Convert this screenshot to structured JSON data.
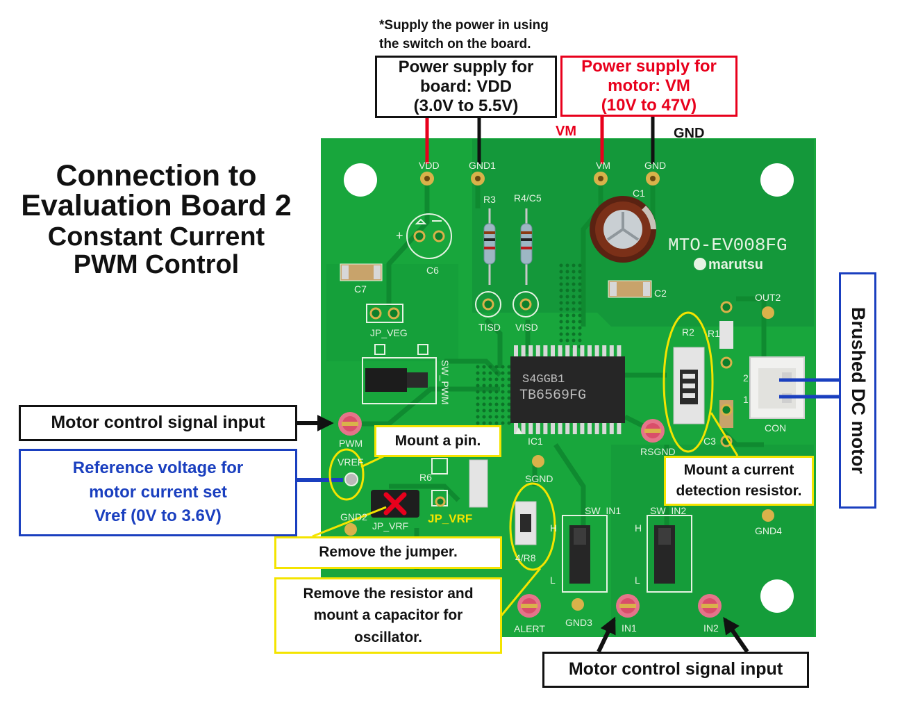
{
  "title": {
    "line1": "Connection to",
    "line2": "Evaluation Board 2",
    "line3": "Constant Current",
    "line4": "PWM Control"
  },
  "note": {
    "line1": "*Supply the power in using",
    "line2": "the switch on the board."
  },
  "vdd_box": {
    "line1": "Power supply for",
    "line2": "board: VDD",
    "line3": "(3.0V to 5.5V)"
  },
  "vm_box": {
    "line1": "Power supply for",
    "line2": "motor: VM",
    "line3": "(10V to 47V)"
  },
  "wire_labels": {
    "vm": "VM",
    "gnd": "GND"
  },
  "motor_label": "Brushed DC motor",
  "left_signal_box": "Motor control signal input",
  "bottom_signal_box": "Motor control signal input",
  "vref_box": {
    "line1": "Reference voltage for",
    "line2": "motor current set",
    "line3": "Vref (0V to 3.6V)"
  },
  "callouts": {
    "mount_pin": "Mount a pin.",
    "remove_jumper": "Remove the jumper.",
    "resistor_line1": "Remove the resistor and",
    "resistor_line2": "mount a capacitor for",
    "resistor_line3": "oscillator.",
    "current_line1": "Mount a current",
    "current_line2": "detection resistor.",
    "jp_vrf": "JP_VRF"
  },
  "board": {
    "brand": "MTO-EV008FG",
    "maker": "marutsu",
    "chip_line1": "S4GGB1",
    "chip_line2": "TB6569FG",
    "labels": {
      "vdd": "VDD",
      "gnd1": "GND1",
      "vm": "VM",
      "gnd": "GND",
      "r3": "R3",
      "r4c5": "R4/C5",
      "c6": "C6",
      "c1": "C1",
      "c7": "C7",
      "c2": "C2",
      "jp_veg": "JP_VEG",
      "tisd": "TISD",
      "visd": "VISD",
      "sw_pwm": "SW_PWM",
      "pwm": "PWM",
      "vref": "VREF",
      "r6": "R6",
      "gnd2": "GND2",
      "jp_vrf": "JP_VRF",
      "ic1": "IC1",
      "sgnd": "SGND",
      "r4r8": "4/R8",
      "alert": "ALERT",
      "gnd3": "GND3",
      "in1": "IN1",
      "in2": "IN2",
      "sw_in1": "SW_IN1",
      "sw_in2": "SW_IN2",
      "r2": "R2",
      "r1": "R1",
      "c3": "C3",
      "rsgnd": "RSGND",
      "out2": "OUT2",
      "con": "CON",
      "gnd4": "GND4",
      "pin1": "1",
      "pin2": "2",
      "sw_h": "H",
      "sw_l": "L"
    }
  },
  "colors": {
    "board_green": "#18a63c",
    "board_dark": "#0d7f2c",
    "pad_gold": "#d9b24a",
    "silk": "#e6f3e3",
    "red": "#e8001c",
    "blue": "#1a3fbf",
    "yellow": "#f4e400",
    "black": "#111111"
  }
}
